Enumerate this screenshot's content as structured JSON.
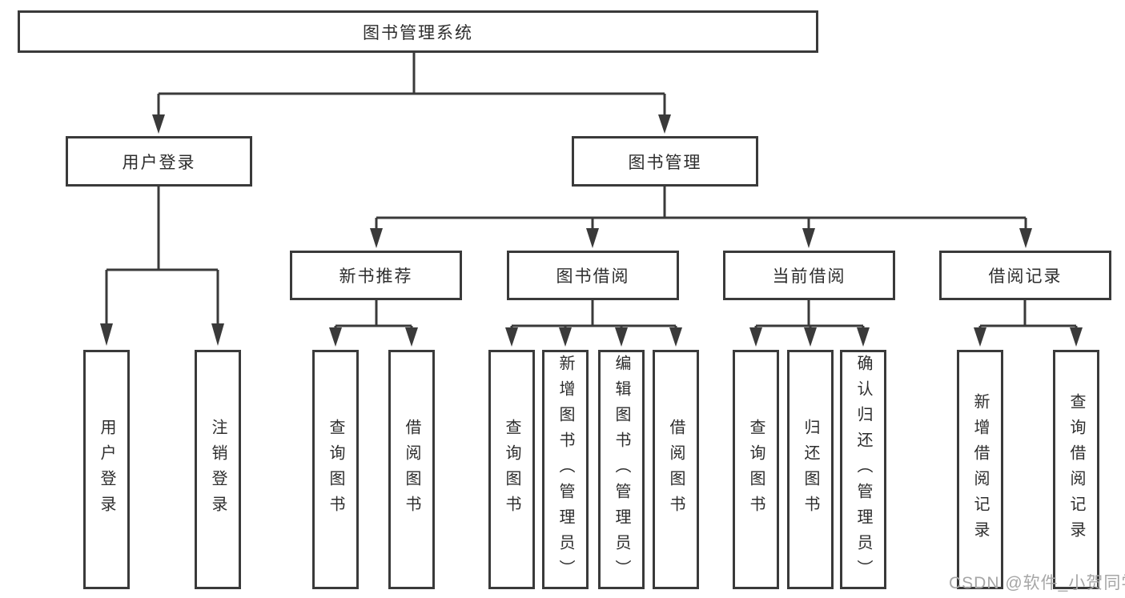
{
  "tree": {
    "root": "图书管理系统",
    "level2": [
      {
        "label": "用户登录",
        "children": [
          {
            "label": "用户登录"
          },
          {
            "label": "注销登录"
          }
        ]
      },
      {
        "label": "图书管理",
        "children": [
          {
            "label": "新书推荐",
            "children": [
              {
                "label": "查询图书"
              },
              {
                "label": "借阅图书"
              }
            ]
          },
          {
            "label": "图书借阅",
            "children": [
              {
                "label": "查询图书"
              },
              {
                "label": "新增图书（管理员）"
              },
              {
                "label": "编辑图书（管理员）"
              },
              {
                "label": "借阅图书"
              }
            ]
          },
          {
            "label": "当前借阅",
            "children": [
              {
                "label": "查询图书"
              },
              {
                "label": "归还图书"
              },
              {
                "label": "确认归还（管理员）"
              }
            ]
          },
          {
            "label": "借阅记录",
            "children": [
              {
                "label": "新增借阅记录"
              },
              {
                "label": "查询借阅记录"
              }
            ]
          }
        ]
      }
    ]
  },
  "watermark": "CSDN @软件_小贺同学",
  "colors": {
    "line": "#3a3a3a",
    "text": "#2d2d2d",
    "watermark": "#a6a6a6",
    "background": "#ffffff"
  }
}
